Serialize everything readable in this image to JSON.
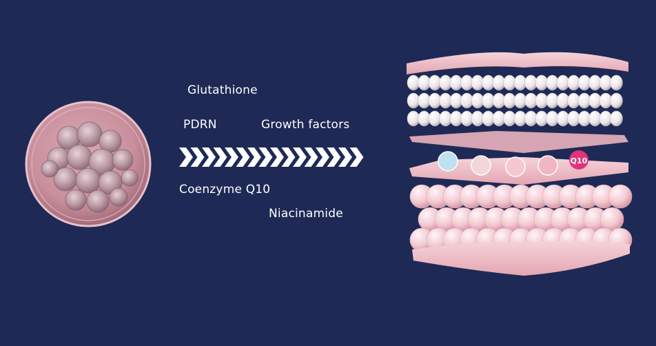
{
  "labels": {
    "glutathione": "Glutathione",
    "pdrn": "PDRN",
    "growth_factors": "Growth factors",
    "coenzyme_q10": "Coenzyme Q10",
    "niacinamide": "Niacinamide"
  },
  "badge": {
    "q10": "Q10"
  },
  "colors": {
    "background": "#1e2a55",
    "arrow": "#ffffff",
    "cell_pink": "#e8b6c0",
    "layer_pink": "#f2c3cc"
  },
  "icons": [
    "cell-sphere-icon",
    "chevron-arrow-icon",
    "skin-layers-icon",
    "ingredient-bubble-icon"
  ]
}
